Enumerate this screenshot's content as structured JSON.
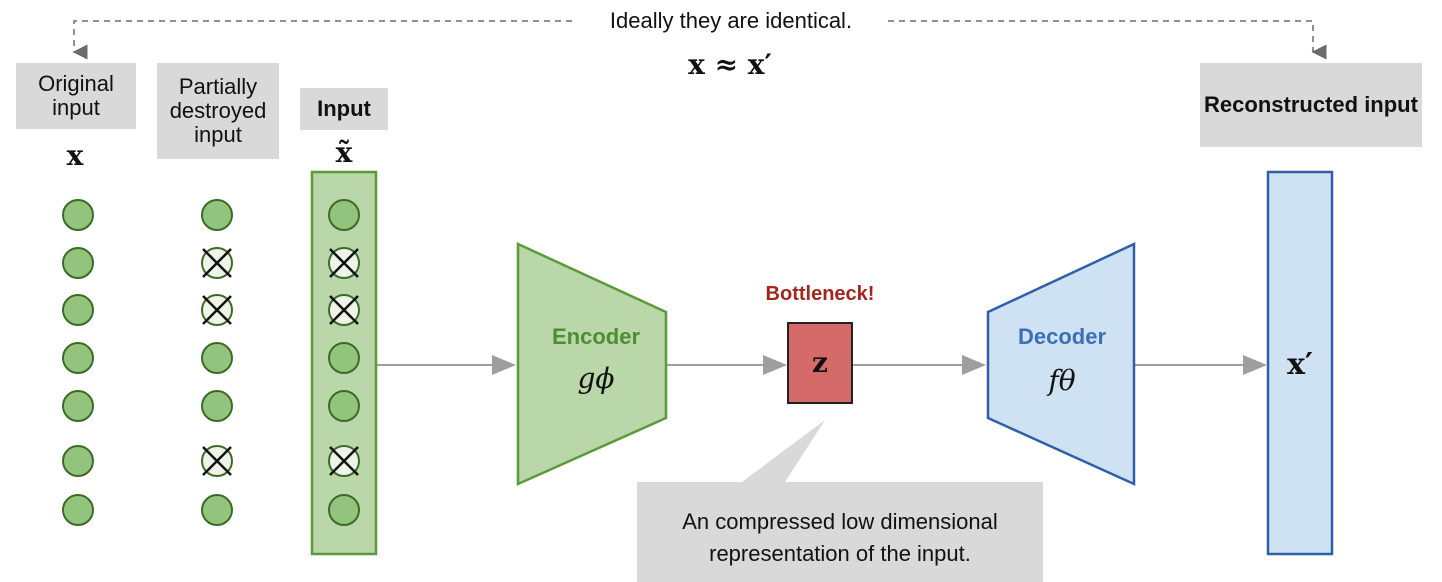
{
  "header": {
    "identical_note": "Ideally they are identical.",
    "approx_eq": "x ≈ x′"
  },
  "labels": {
    "original_input": "Original input",
    "original_symbol": "x",
    "partial_input": "Partially destroyed input",
    "input": "Input",
    "input_symbol": "x̃",
    "reconstructed": "Reconstructed input",
    "reconstructed_symbol": "x′"
  },
  "encoder": {
    "label": "Encoder",
    "symbol": "gϕ",
    "color": "#b9d7a8",
    "stroke": "#5b9a3a",
    "text_color": "#4e8d33"
  },
  "bottleneck": {
    "label": "Bottleneck!",
    "symbol": "z",
    "color": "#d46a6a",
    "label_color": "#a0281e"
  },
  "decoder": {
    "label": "Decoder",
    "symbol": "fθ",
    "color": "#cfe2f3",
    "stroke": "#2f5fa6",
    "text_color": "#3c6fb6"
  },
  "callout": {
    "text": "An compressed low dimensional representation of the input."
  },
  "columns": {
    "original_nodes": [
      false,
      false,
      false,
      false,
      false,
      false,
      false
    ],
    "partial_nodes": [
      false,
      true,
      true,
      false,
      false,
      true,
      false
    ],
    "input_nodes": [
      false,
      true,
      true,
      false,
      false,
      true,
      false
    ]
  },
  "colors": {
    "node_fill": "#93c47d",
    "node_stroke": "#3d6b27",
    "label_bg": "#d9d9d9",
    "arrow": "#9e9e9e"
  }
}
